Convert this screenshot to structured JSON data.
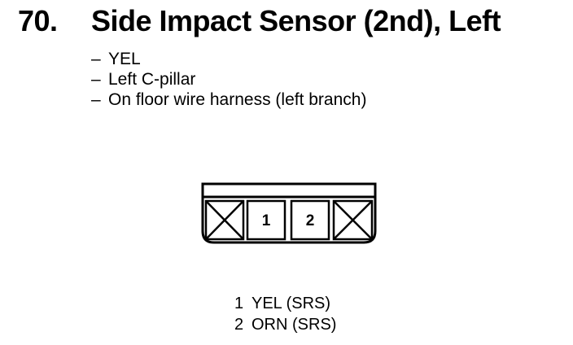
{
  "heading": {
    "number": "70.",
    "title": "Side Impact Sensor (2nd), Left"
  },
  "details": [
    {
      "dash": "–",
      "text": "YEL"
    },
    {
      "dash": "–",
      "text": "Left C-pillar"
    },
    {
      "dash": "–",
      "text": "On floor wire harness (left branch)"
    }
  ],
  "connector": {
    "cavities": [
      {
        "label": "",
        "state": "blocked"
      },
      {
        "label": "1",
        "state": "pin"
      },
      {
        "label": "2",
        "state": "pin"
      },
      {
        "label": "",
        "state": "blocked"
      }
    ]
  },
  "pins": [
    {
      "number": "1",
      "description": "YEL (SRS)"
    },
    {
      "number": "2",
      "description": "ORN (SRS)"
    }
  ]
}
